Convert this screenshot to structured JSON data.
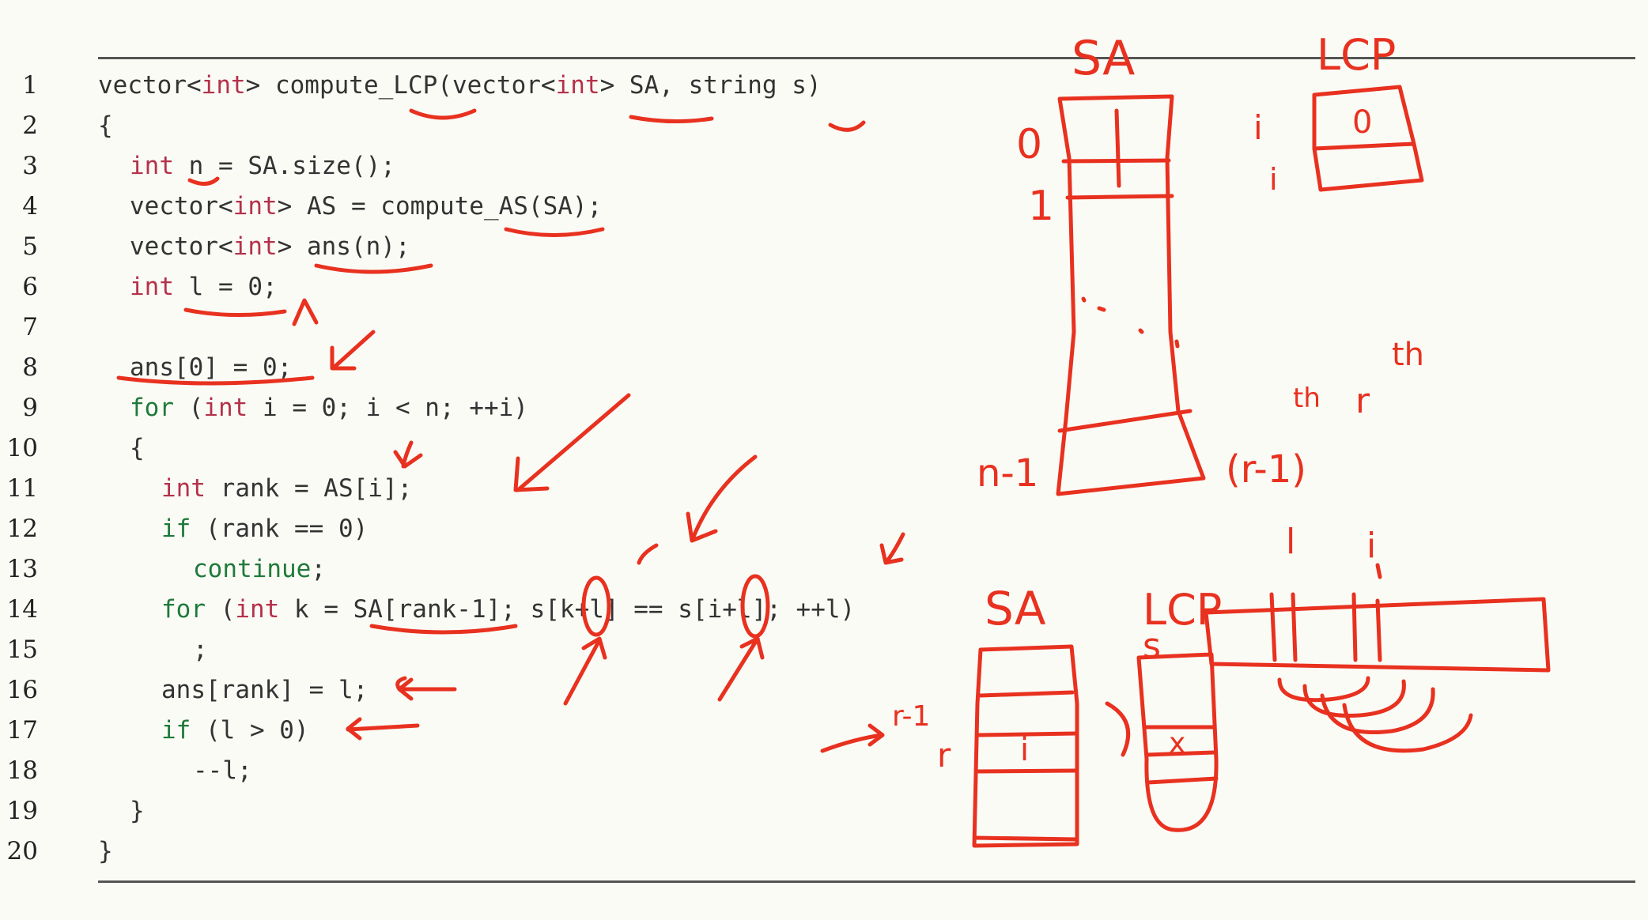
{
  "code": {
    "lines": [
      {
        "n": "1",
        "indent": 0,
        "tokens": [
          {
            "t": "vector<",
            "c": "pl"
          },
          {
            "t": "int",
            "c": "ty"
          },
          {
            "t": "> compute_LCP(vector<",
            "c": "pl"
          },
          {
            "t": "int",
            "c": "ty"
          },
          {
            "t": "> SA, string s)",
            "c": "pl"
          }
        ]
      },
      {
        "n": "2",
        "indent": 0,
        "tokens": [
          {
            "t": "{",
            "c": "pl"
          }
        ]
      },
      {
        "n": "3",
        "indent": 1,
        "tokens": [
          {
            "t": "int",
            "c": "ty"
          },
          {
            "t": " n = SA.size();",
            "c": "pl"
          }
        ]
      },
      {
        "n": "4",
        "indent": 1,
        "tokens": [
          {
            "t": "vector<",
            "c": "pl"
          },
          {
            "t": "int",
            "c": "ty"
          },
          {
            "t": "> AS = compute_AS(SA);",
            "c": "pl"
          }
        ]
      },
      {
        "n": "5",
        "indent": 1,
        "tokens": [
          {
            "t": "vector<",
            "c": "pl"
          },
          {
            "t": "int",
            "c": "ty"
          },
          {
            "t": "> ans(n);",
            "c": "pl"
          }
        ]
      },
      {
        "n": "6",
        "indent": 1,
        "tokens": [
          {
            "t": "int",
            "c": "ty"
          },
          {
            "t": " l = 0;",
            "c": "pl"
          }
        ]
      },
      {
        "n": "7",
        "indent": 0,
        "tokens": []
      },
      {
        "n": "8",
        "indent": 1,
        "tokens": [
          {
            "t": "ans[0] = 0;",
            "c": "pl"
          }
        ]
      },
      {
        "n": "9",
        "indent": 1,
        "tokens": [
          {
            "t": "for",
            "c": "kw"
          },
          {
            "t": " (",
            "c": "pl"
          },
          {
            "t": "int",
            "c": "ty"
          },
          {
            "t": " i = 0; i < n; ++i)",
            "c": "pl"
          }
        ]
      },
      {
        "n": "10",
        "indent": 1,
        "tokens": [
          {
            "t": "{",
            "c": "pl"
          }
        ]
      },
      {
        "n": "11",
        "indent": 2,
        "tokens": [
          {
            "t": "int",
            "c": "ty"
          },
          {
            "t": " rank = AS[i];",
            "c": "pl"
          }
        ]
      },
      {
        "n": "12",
        "indent": 2,
        "tokens": [
          {
            "t": "if",
            "c": "kw"
          },
          {
            "t": " (rank == 0)",
            "c": "pl"
          }
        ]
      },
      {
        "n": "13",
        "indent": 3,
        "tokens": [
          {
            "t": "continue",
            "c": "kw"
          },
          {
            "t": ";",
            "c": "pl"
          }
        ]
      },
      {
        "n": "14",
        "indent": 2,
        "tokens": [
          {
            "t": "for",
            "c": "kw"
          },
          {
            "t": " (",
            "c": "pl"
          },
          {
            "t": "int",
            "c": "ty"
          },
          {
            "t": " k = SA[rank-1]; s[k+l] == s[i+l]; ++l)",
            "c": "pl"
          }
        ]
      },
      {
        "n": "15",
        "indent": 3,
        "tokens": [
          {
            "t": ";",
            "c": "pl"
          }
        ]
      },
      {
        "n": "16",
        "indent": 2,
        "tokens": [
          {
            "t": "ans[rank] = l;",
            "c": "pl"
          }
        ]
      },
      {
        "n": "17",
        "indent": 2,
        "tokens": [
          {
            "t": "if",
            "c": "kw"
          },
          {
            "t": " (l > 0)",
            "c": "pl"
          }
        ]
      },
      {
        "n": "18",
        "indent": 3,
        "tokens": [
          {
            "t": "--l;",
            "c": "pl"
          }
        ]
      },
      {
        "n": "19",
        "indent": 1,
        "tokens": [
          {
            "t": "}",
            "c": "pl"
          }
        ]
      },
      {
        "n": "20",
        "indent": 0,
        "tokens": [
          {
            "t": "}",
            "c": "pl"
          }
        ]
      }
    ]
  },
  "annotations": {
    "sa_top": "SA",
    "lcp_top": "LCP",
    "lcp_cell": "0",
    "label_0": "0",
    "label_1": "1",
    "label_i": "i",
    "label_i2": "i",
    "label_n1": "n-1",
    "label_r1": "(r-1)",
    "sup_th1": "th",
    "label_r": "r",
    "sup_th2": "th",
    "label_l": "l",
    "label_i3": "i",
    "sa_bottom": "SA",
    "lcp_bottom": "LCP",
    "label_s": "s",
    "label_r1b": "r-1",
    "label_rb": "r",
    "cell_i": "i",
    "cell_x": "x"
  },
  "colors": {
    "ink": "#e8311f",
    "keyword": "#1f7a3a",
    "type": "#b4324a",
    "text": "#333333",
    "background": "#fbfbf6"
  }
}
